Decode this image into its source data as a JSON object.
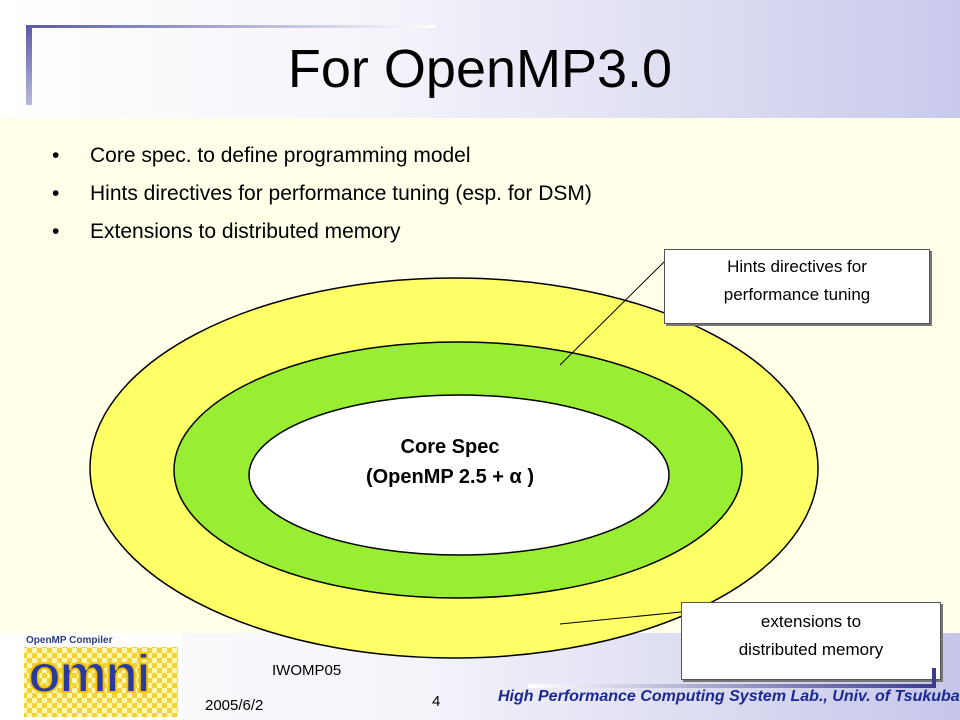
{
  "slide": {
    "title": "For OpenMP3.0",
    "bullets": [
      "Core spec. to define programming model",
      "Hints directives for performance tuning (esp. for DSM)",
      "Extensions to distributed memory"
    ],
    "bullet_glyph": "•"
  },
  "diagram": {
    "core_line1": "Core Spec",
    "core_line2": "(OpenMP 2.5 + α )",
    "callout_hints_line1": "Hints directives for",
    "callout_hints_line2": "performance tuning",
    "callout_ext_line1": "extensions to",
    "callout_ext_line2": "distributed memory",
    "colors": {
      "outer_ring": "#ffff66",
      "middle_ring": "#99ee33",
      "core": "#ffffff"
    }
  },
  "footer": {
    "logo_label": "OpenMP Compiler",
    "logo_word": "omni",
    "venue": "IWOMP05",
    "date": "2005/6/2",
    "page_number": "4",
    "lab": "High Performance Computing System Lab., Univ. of Tsukuba"
  }
}
